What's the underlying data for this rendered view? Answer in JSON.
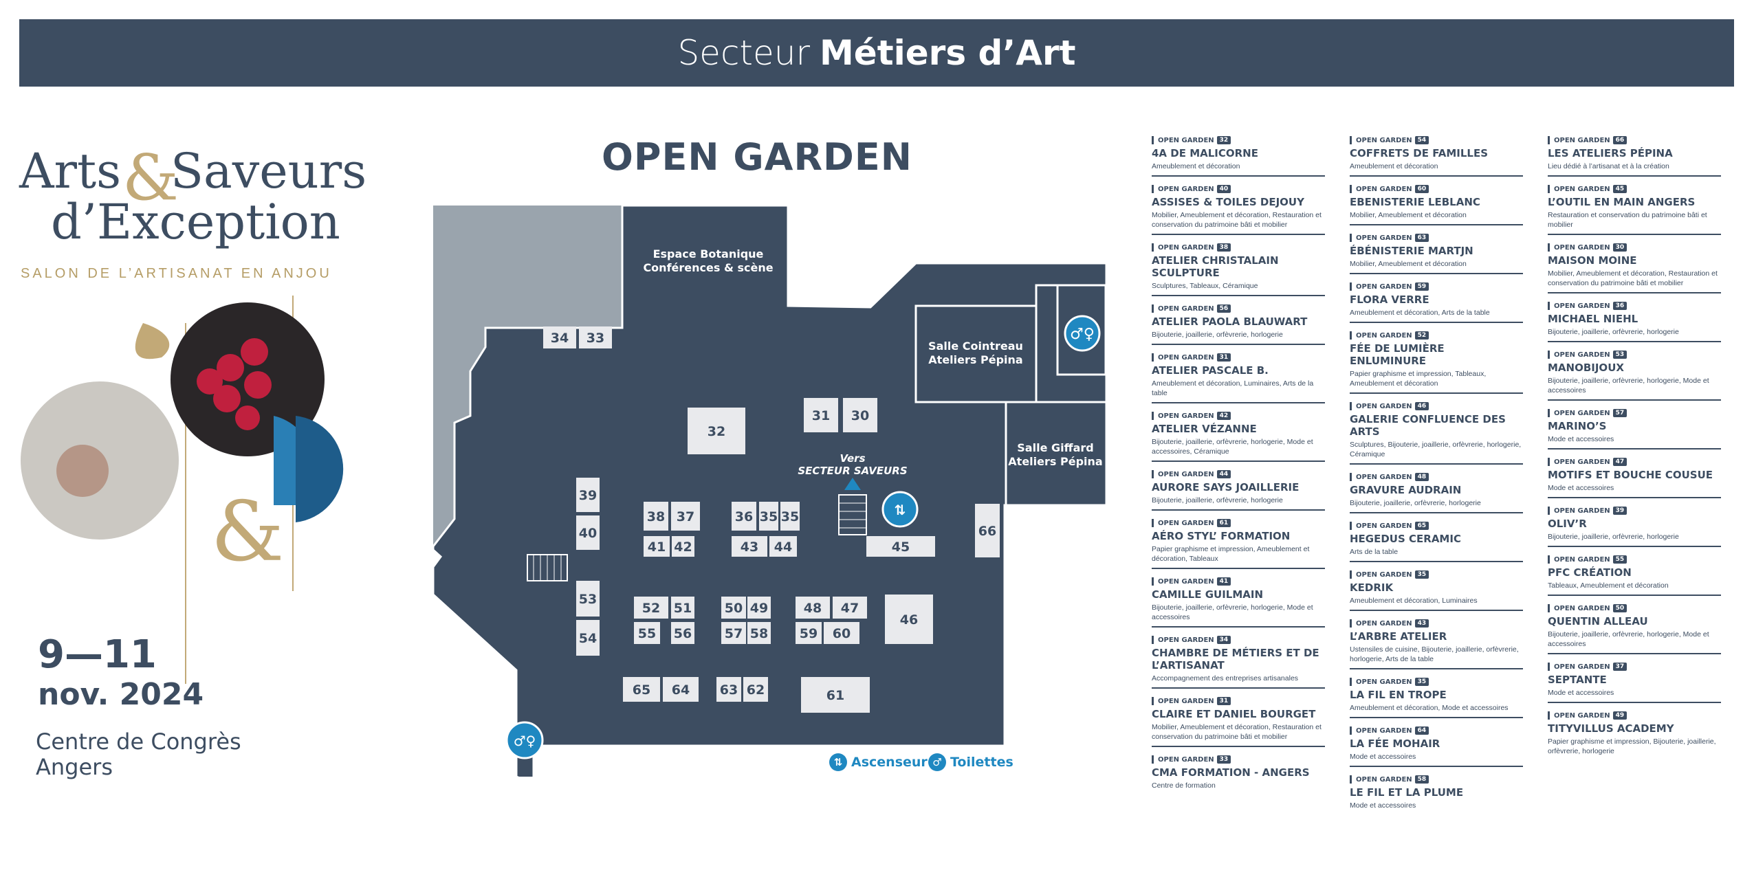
{
  "banner": {
    "prefix": "Secteur",
    "title": "Métiers d’Art"
  },
  "logo": {
    "line1_a": "Arts",
    "ampersand": "&",
    "line1_b": "Saveurs",
    "line2": "d’Exception",
    "tagline": "SALON DE L’ARTISANAT EN ANJOU"
  },
  "event": {
    "date_days": "9—11",
    "date_month": "nov. 2024",
    "venue_line1": "Centre de Congrès",
    "venue_line2": "Angers"
  },
  "map": {
    "title": "OPEN GARDEN",
    "rooms": {
      "botanique_1": "Espace Botanique",
      "botanique_2": "Conférences & scène",
      "cointreau_1": "Salle Cointreau",
      "cointreau_2": "Ateliers Pépina",
      "giffard_1": "Salle Giffard",
      "giffard_2": "Ateliers Pépina",
      "vers_1": "Vers",
      "vers_2": "SECTEUR SAVEURS"
    },
    "booths": [
      "34",
      "33",
      "31",
      "30",
      "32",
      "39",
      "40",
      "38",
      "37",
      "36",
      "35",
      "35",
      "41",
      "42",
      "43",
      "44",
      "45",
      "66",
      "53",
      "54",
      "52",
      "51",
      "50",
      "49",
      "48",
      "47",
      "46",
      "55",
      "56",
      "57",
      "58",
      "59",
      "60",
      "65",
      "64",
      "63",
      "62",
      "61"
    ],
    "legend": {
      "elevator": "Ascenseur",
      "toilets": "Toilettes"
    },
    "colors": {
      "floor": "#3d4d61",
      "gray": "#9aa4ad",
      "booth": "#e9eaed",
      "accent": "#1f88c1"
    }
  },
  "tag_label": "OPEN GARDEN",
  "exhibitors": {
    "col1": [
      {
        "num": "32",
        "name": "4A DE MALICORNE",
        "desc": "Ameublement et décoration"
      },
      {
        "num": "40",
        "name": "ASSISES & TOILES DEJOUY",
        "desc": "Mobilier, Ameublement et décoration, Restauration et conservation du patrimoine bâti et mobilier"
      },
      {
        "num": "38",
        "name": "ATELIER CHRISTALAIN SCULPTURE",
        "desc": "Sculptures, Tableaux, Céramique"
      },
      {
        "num": "56",
        "name": "ATELIER PAOLA BLAUWART",
        "desc": "Bijouterie, joaillerie, orfèvrerie, horlogerie"
      },
      {
        "num": "31",
        "name": "ATELIER PASCALE B.",
        "desc": "Ameublement et décoration, Luminaires, Arts de la table"
      },
      {
        "num": "42",
        "name": "ATELIER VÉZANNE",
        "desc": "Bijouterie, joaillerie, orfèvrerie, horlogerie, Mode et accessoires, Céramique"
      },
      {
        "num": "44",
        "name": "AURORE SAYS JOAILLERIE",
        "desc": "Bijouterie, joaillerie, orfèvrerie, horlogerie"
      },
      {
        "num": "61",
        "name": "AÉRO STYL’ FORMATION",
        "desc": "Papier graphisme et impression, Ameublement et décoration, Tableaux"
      },
      {
        "num": "41",
        "name": "CAMILLE GUILMAIN",
        "desc": "Bijouterie, joaillerie, orfèvrerie, horlogerie, Mode et accessoires"
      },
      {
        "num": "34",
        "name": "CHAMBRE DE MÉTIERS ET DE L’ARTISANAT",
        "desc": "Accompagnement des entreprises artisanales"
      },
      {
        "num": "31",
        "name": "CLAIRE ET DANIEL BOURGET",
        "desc": "Mobilier, Ameublement et décoration, Restauration et conservation du patrimoine bâti et mobilier"
      },
      {
        "num": "33",
        "name": "CMA FORMATION - ANGERS",
        "desc": "Centre de formation"
      }
    ],
    "col2": [
      {
        "num": "54",
        "name": "COFFRETS DE FAMILLES",
        "desc": "Ameublement et décoration"
      },
      {
        "num": "60",
        "name": "EBENISTERIE LEBLANC",
        "desc": "Mobilier, Ameublement et décoration"
      },
      {
        "num": "63",
        "name": "ÉBÉNISTERIE MARTJN",
        "desc": "Mobilier, Ameublement et décoration"
      },
      {
        "num": "59",
        "name": "FLORA VERRE",
        "desc": "Ameublement et décoration, Arts de la table"
      },
      {
        "num": "52",
        "name": "FÉE DE LUMIÈRE ENLUMINURE",
        "desc": "Papier graphisme et impression, Tableaux, Ameublement et décoration"
      },
      {
        "num": "46",
        "name": "GALERIE CONFLUENCE DES ARTS",
        "desc": "Sculptures, Bijouterie, joaillerie, orfèvrerie, horlogerie, Céramique"
      },
      {
        "num": "48",
        "name": "GRAVURE AUDRAIN",
        "desc": "Bijouterie, joaillerie, orfèvrerie, horlogerie"
      },
      {
        "num": "65",
        "name": "HEGEDUS CERAMIC",
        "desc": "Arts de la table"
      },
      {
        "num": "35",
        "name": "KEDRIK",
        "desc": "Ameublement et décoration, Luminaires"
      },
      {
        "num": "43",
        "name": "L’ARBRE ATELIER",
        "desc": "Ustensiles de cuisine, Bijouterie, joaillerie, orfèvrerie, horlogerie, Arts de la table"
      },
      {
        "num": "35",
        "name": "LA FIL EN TROPE",
        "desc": "Ameublement et décoration, Mode et accessoires"
      },
      {
        "num": "64",
        "name": "LA FÉE MOHAIR",
        "desc": "Mode et accessoires"
      },
      {
        "num": "58",
        "name": "LE FIL ET LA PLUME",
        "desc": "Mode et accessoires"
      }
    ],
    "col3": [
      {
        "num": "66",
        "name": "LES ATELIERS PÉPINA",
        "desc": "Lieu dédié à l’artisanat et à la création"
      },
      {
        "num": "45",
        "name": "L’OUTIL EN MAIN ANGERS",
        "desc": "Restauration et conservation du patrimoine bâti et mobilier"
      },
      {
        "num": "30",
        "name": "MAISON MOINE",
        "desc": "Mobilier, Ameublement et décoration, Restauration et conservation du patrimoine bâti et mobilier"
      },
      {
        "num": "36",
        "name": "MICHAEL NIEHL",
        "desc": "Bijouterie, joaillerie, orfèvrerie, horlogerie"
      },
      {
        "num": "53",
        "name": "MANOBIJOUX",
        "desc": "Bijouterie, joaillerie, orfèvrerie, horlogerie, Mode et accessoires"
      },
      {
        "num": "57",
        "name": "MARINO’S",
        "desc": "Mode et accessoires"
      },
      {
        "num": "47",
        "name": "MOTIFS ET BOUCHE COUSUE",
        "desc": "Mode et accessoires"
      },
      {
        "num": "39",
        "name": "OLIV’R",
        "desc": "Bijouterie, joaillerie, orfèvrerie, horlogerie"
      },
      {
        "num": "55",
        "name": "PFC CRÉATION",
        "desc": "Tableaux, Ameublement et décoration"
      },
      {
        "num": "50",
        "name": "QUENTIN ALLEAU",
        "desc": "Bijouterie, joaillerie, orfèvrerie, horlogerie, Mode et accessoires"
      },
      {
        "num": "37",
        "name": "SEPTANTE",
        "desc": "Mode et accessoires"
      },
      {
        "num": "49",
        "name": "TITYVILLUS ACADEMY",
        "desc": "Papier graphisme et impression, Bijouterie, joaillerie, orfèvrerie, horlogerie"
      }
    ]
  }
}
